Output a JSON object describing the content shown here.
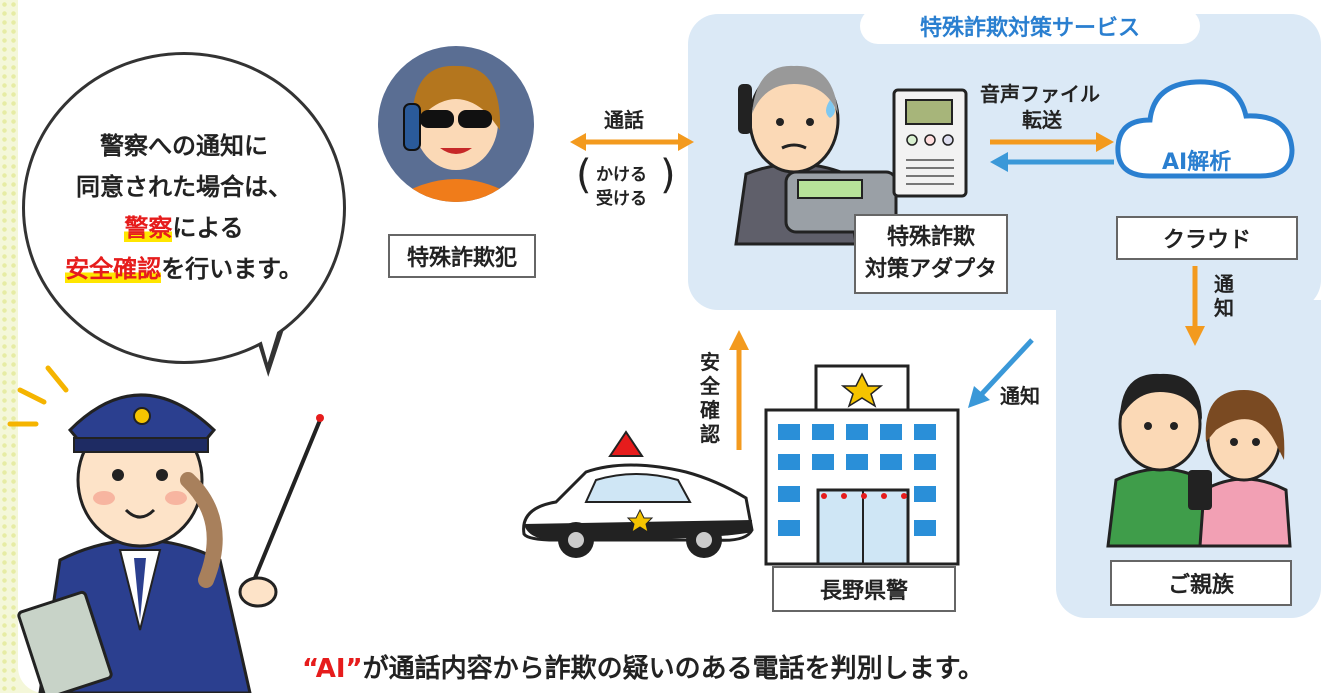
{
  "service": {
    "tab_label": "特殊詐欺対策サービス"
  },
  "bubble": {
    "line1": "警察への通知に",
    "line2": "同意された場合は、",
    "line3_highlight": "警察",
    "line3_rest": "による",
    "line4_highlight": "安全確認",
    "line4_rest": "を行います。"
  },
  "nodes": {
    "fraudster": "特殊詐欺犯",
    "adapter_line1": "特殊詐欺",
    "adapter_line2": "対策アダプタ",
    "cloud": "クラウド",
    "cloud_ai": "AI解析",
    "family": "ご親族",
    "police": "長野県警"
  },
  "arrows": {
    "call": "通話",
    "call_sub1": "かける",
    "call_sub2": "受ける",
    "audio_line1": "音声ファイル",
    "audio_line2": "転送",
    "notify_family": "通知",
    "notify_police": "通知",
    "safety_check": "安全確認"
  },
  "caption": {
    "ai": "“AI”",
    "rest": "が通話内容から詐欺の疑いのある電話を判別します。"
  },
  "colors": {
    "orange": "#f39a1e",
    "blue": "#3a98d8",
    "red": "#e61c1c",
    "panel": "#dbe9f6"
  }
}
